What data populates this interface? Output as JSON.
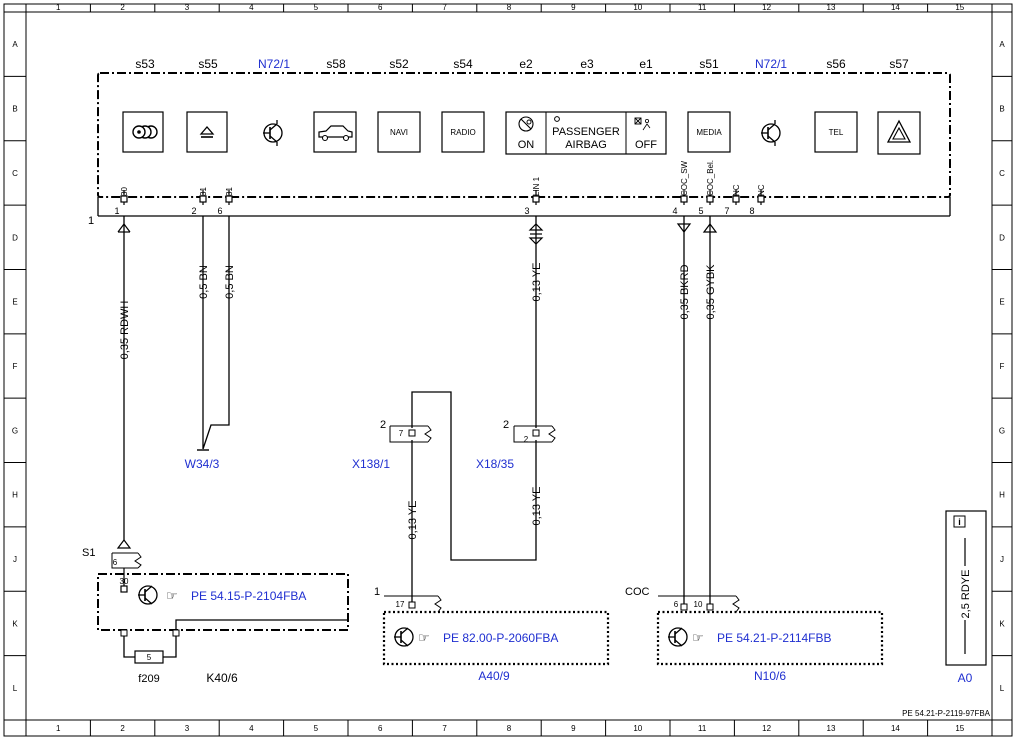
{
  "grid": {
    "columns": [
      "1",
      "2",
      "3",
      "4",
      "5",
      "6",
      "7",
      "8",
      "9",
      "10",
      "11",
      "12",
      "13",
      "14",
      "15"
    ],
    "rows": [
      "A",
      "B",
      "C",
      "D",
      "E",
      "F",
      "G",
      "H",
      "J",
      "K",
      "L"
    ]
  },
  "panel": {
    "labels": [
      "s53",
      "s55",
      "N72/1",
      "s58",
      "s52",
      "s54",
      "e2",
      "e3",
      "e1",
      "s51",
      "N72/1",
      "s56",
      "s57"
    ],
    "navi": "NAVI",
    "radio": "RADIO",
    "media": "MEDIA",
    "tel": "TEL",
    "on": "ON",
    "off": "OFF",
    "passenger": "PASSENGER",
    "airbag": "AIRBAG",
    "pin_labels": [
      "30",
      "31",
      "31",
      "LIN 1",
      "COC_SW",
      "COC_Bel.",
      "NC",
      "NC"
    ],
    "pin_numbers": [
      "1",
      "2",
      "6",
      "3",
      "4",
      "5",
      "7",
      "8"
    ],
    "connector_number": "1"
  },
  "wires": {
    "w1": "0,35 RDWH",
    "w2": "0,5 BN",
    "w3": "0,5 BN",
    "w4": "0,13 YE",
    "w5": "0,35 BKRD",
    "w6": "0,35 GYBK",
    "w7": "0,13 YE",
    "w8": "0,13 YE"
  },
  "components": {
    "w34": "W34/3",
    "x138": "X138/1",
    "x138_num": "2",
    "x138_pin": "7",
    "x18": "X18/35",
    "x18_num": "2",
    "x18_pin": "2",
    "s1": "S1",
    "s1_pin": "6",
    "k40_pin": "30",
    "k40_ref": "PE 54.15-P-2104FBA",
    "fuse_value": "5",
    "fuse_name": "f209",
    "k40": "K40/6",
    "a40_num": "1",
    "a40_pin": "17",
    "a40_ref": "PE 82.00-P-2060FBA",
    "a40": "A40/9",
    "coc": "COC",
    "n10_pin_a": "6",
    "n10_pin_b": "10",
    "n10_ref": "PE 54.21-P-2114FBB",
    "n10": "N10/6",
    "legend_icon": "i",
    "legend_wire": "2,5 RDYE",
    "legend_code": "A0",
    "doc_id": "PE 54.21-P-2119-97FBA"
  }
}
